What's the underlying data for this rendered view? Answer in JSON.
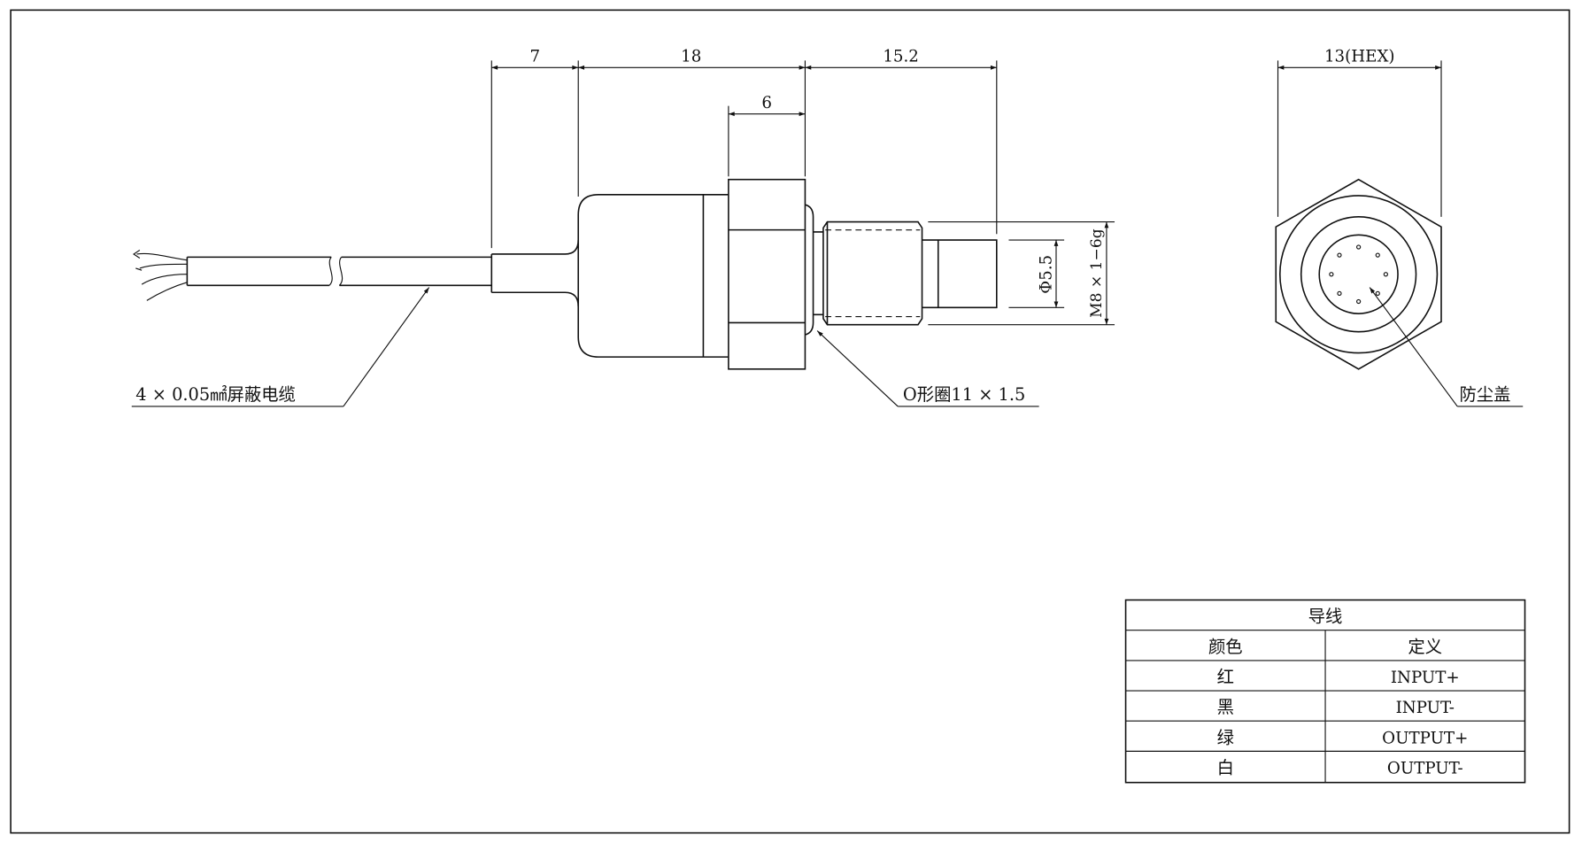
{
  "dimensions": {
    "d7": "7",
    "d18": "18",
    "d15": "15.2",
    "d6": "6",
    "hex": "13(HEX)",
    "phi": "Φ5.5",
    "thread": "M8 × 1−6g"
  },
  "labels": {
    "cable": "4 × 0.05㎟屏蔽电缆",
    "oring": "O形圈11 × 1.5",
    "dustcap": "防尘盖"
  },
  "table": {
    "title": "导线",
    "headers": [
      "颜色",
      "定义"
    ],
    "rows": [
      [
        "红",
        "INPUT+"
      ],
      [
        "黑",
        "INPUT-"
      ],
      [
        "绿",
        "OUTPUT+"
      ],
      [
        "白",
        "OUTPUT-"
      ]
    ]
  }
}
